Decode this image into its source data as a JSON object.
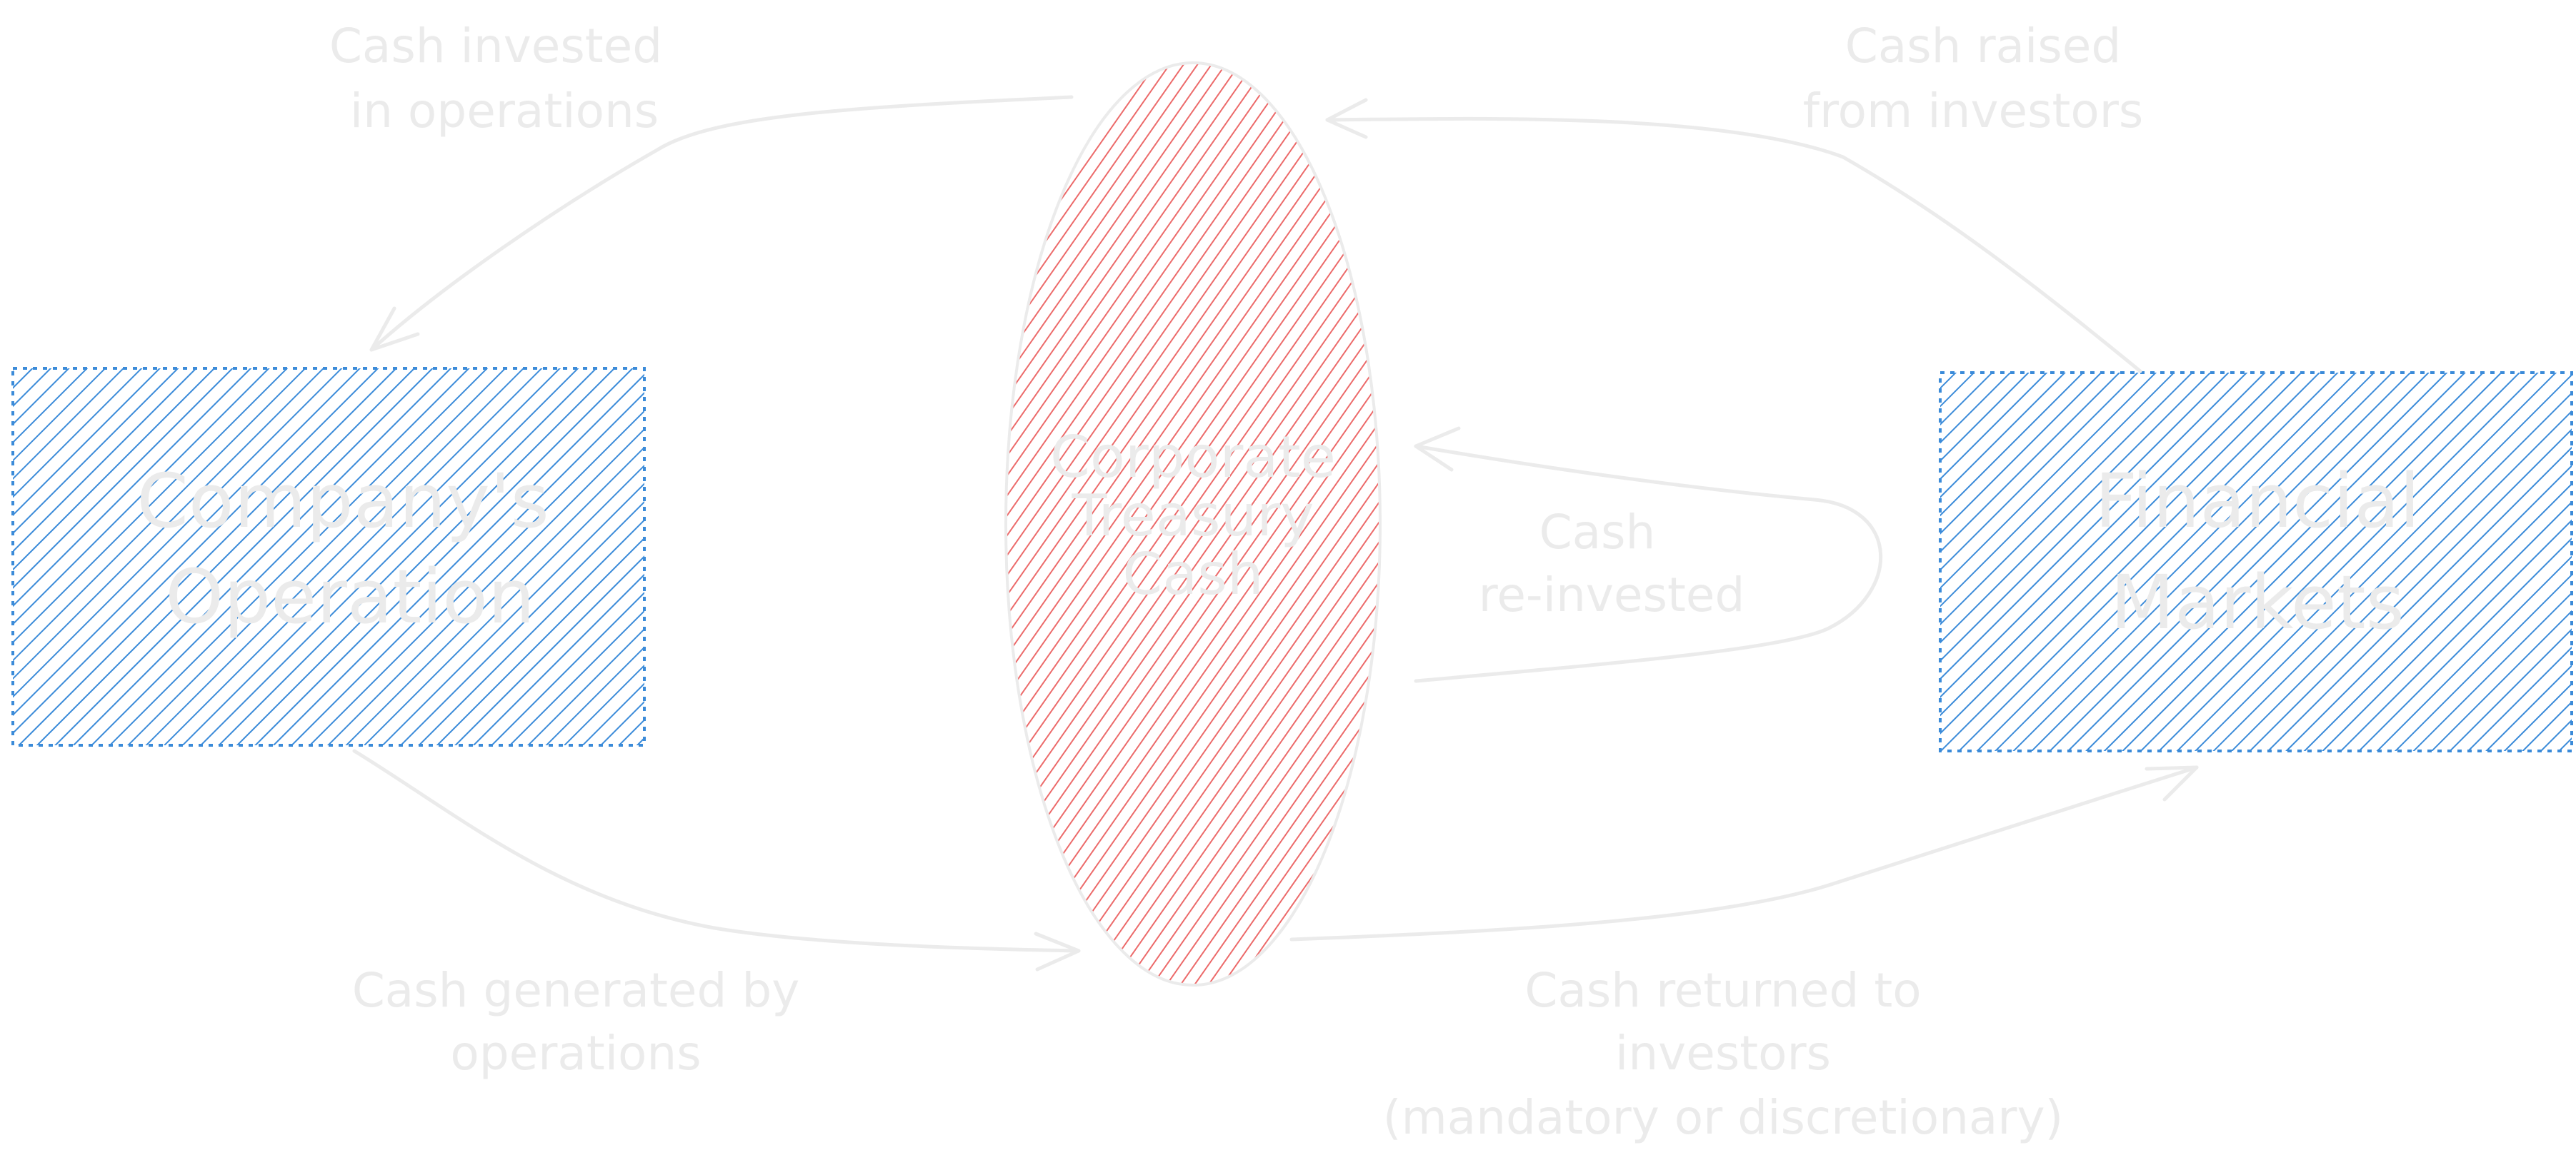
{
  "nodes": {
    "company": {
      "line1": "Company's",
      "line2": "Operation"
    },
    "markets": {
      "line1": "Financial",
      "line2": "Markets"
    },
    "treasury": {
      "line1": "Corporate",
      "line2": "Treasury",
      "line3": "Cash"
    }
  },
  "edges": {
    "invested": {
      "line1": "Cash invested",
      "line2": "in operations"
    },
    "raised": {
      "line1": "Cash raised",
      "line2": "from investors"
    },
    "reinvested": {
      "line1": "Cash",
      "line2": "re-invested"
    },
    "generated": {
      "line1": "Cash generated by",
      "line2": "operations"
    },
    "returned": {
      "line1": "Cash returned to",
      "line2": "investors",
      "line3": "(mandatory or discretionary)"
    }
  },
  "colors": {
    "box_fill": "#4a90e2",
    "ellipse_fill": "#e06666",
    "line": "#ebebeb"
  }
}
